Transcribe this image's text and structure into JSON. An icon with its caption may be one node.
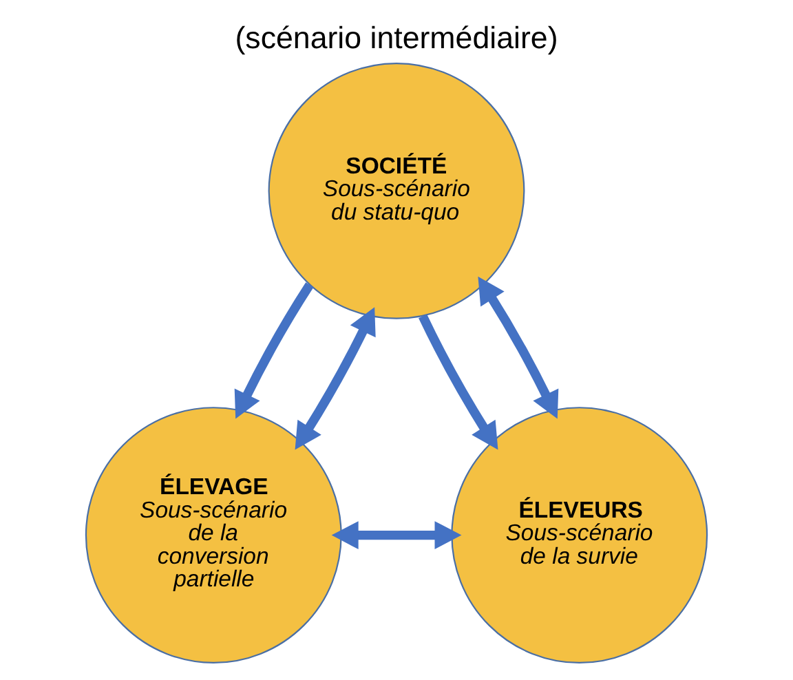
{
  "diagram": {
    "title": "(scénario intermédiaire)",
    "nodes": [
      {
        "text": [
          "SOCIÉTÉ",
          "Sous-scénario du statu-quo"
        ]
      },
      {
        "text": [
          "ÉLEVAGE",
          "Sous-scénario de la conversion partielle"
        ]
      },
      {
        "text": [
          "ÉLEVEURS",
          "Sous-scénario de la survie"
        ]
      }
    ],
    "edges": [
      {
        "from": 0,
        "to": 1,
        "arrow": "to"
      },
      {
        "from": 0,
        "to": 2,
        "arrow": "to"
      },
      {
        "from": 1,
        "to": 0,
        "arrow": "both"
      },
      {
        "from": 2,
        "to": 0,
        "arrow": "both"
      },
      {
        "from": 1,
        "to": 2,
        "arrow": "both"
      }
    ]
  }
}
